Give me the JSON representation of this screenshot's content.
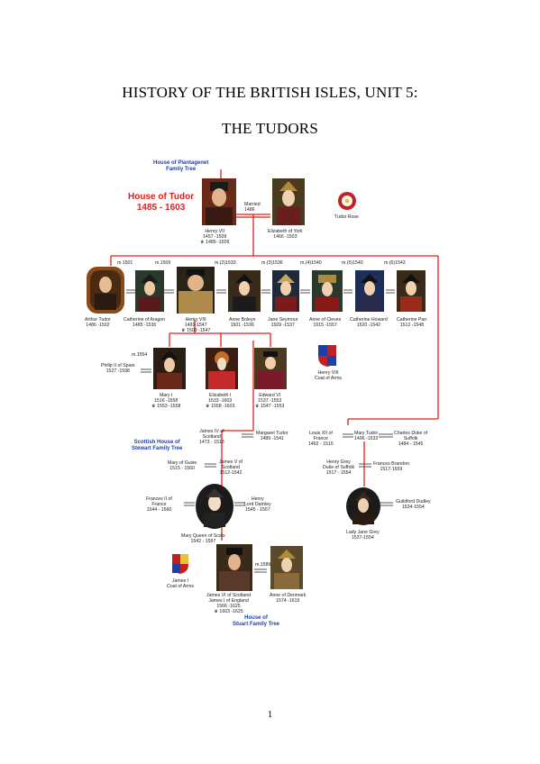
{
  "title_line1": "HISTORY OF THE BRITISH ISLES, UNIT 5:",
  "title_line2": "THE TUDORS",
  "plantagenet_link": [
    "House of Plantagenet",
    "Family Tree"
  ],
  "house_title": [
    "House of Tudor",
    "1485 - 1603"
  ],
  "married_label": [
    "Married",
    "1486"
  ],
  "tudor_rose_label": "Tudor Rose",
  "henry_vii": [
    "Henry VII",
    "1457 -1509",
    "♛ 1485 -1509"
  ],
  "elizabeth_york": [
    "Elizabeth of York",
    "1466 -1503"
  ],
  "marriage_dates": [
    "m.1501",
    "m.1509",
    "m.(2)1533",
    "m.(3)1536",
    "m.(4)1540",
    "m.(5)1540",
    "m.(6)1543"
  ],
  "arthur": [
    "Arthur Tudor",
    "1486 -1502"
  ],
  "catherine_aragon": [
    "Catherine of Aragon",
    "1485 -1536"
  ],
  "henry_viii": [
    "Henry VIII",
    "1491-1547",
    "♛ 1509 -1547"
  ],
  "anne_boleyn": [
    "Anne Boleyn",
    "1501 -1536"
  ],
  "jane_seymour": [
    "Jane Seymour",
    "1509 -1537"
  ],
  "anne_cleves": [
    "Anne of Cleves",
    "1515 -1557"
  ],
  "catherine_howard": [
    "Catherine Howard",
    "1520 -1542"
  ],
  "catherine_parr": [
    "Catherine Parr",
    "1512 -1548"
  ],
  "m1554": "m.1554",
  "philip": [
    "Philip II of Spain",
    "1527 -1598"
  ],
  "mary_i": [
    "Mary I",
    "1516 -1558",
    "♛ 1553 -1558"
  ],
  "elizabeth_i": [
    "Elizabeth I",
    "1533 -1603",
    "♛ 1558 -1603"
  ],
  "edward_vi": [
    "Edward VI",
    "1537 -1553",
    "♛ 1547 -1553"
  ],
  "henry_arms": [
    "Henry VIII",
    "Coat of Arms"
  ],
  "scottish_link": [
    "Scottish House of",
    "Stewart Family Tree"
  ],
  "james_iv": [
    "James IV of",
    "Scotland",
    "1473 - 1513"
  ],
  "margaret_tudor": [
    "Margaret Tudor",
    "1489 -1541"
  ],
  "louis_xii": [
    "Louis XII of",
    "France",
    "1462 - 1515"
  ],
  "mary_tudor": [
    "Mary Tudor",
    "1496 -1533"
  ],
  "charles_suffolk": [
    "Charles Duke of",
    "Suffolk",
    "1484 - 1545"
  ],
  "mary_guise": [
    "Mary of Guise",
    "1515 - 1560"
  ],
  "james_v": [
    "James V of",
    "Scotland",
    "1512-1542"
  ],
  "henry_grey": [
    "Henry Grey",
    "Duke of Suffolk",
    "1517 - 1554"
  ],
  "frances_brandon": [
    "Frances Brandon",
    "1517-1559"
  ],
  "francis_ii": [
    "Frances II of",
    "France",
    "1544 - 1560"
  ],
  "darnley": [
    "Henry",
    "Lord Darnley",
    "1545 - 1567"
  ],
  "guildford": [
    "Guildford Dudley",
    "1534-1554"
  ],
  "mary_scots": [
    "Mary Queen of Scots",
    "1542 - 1587"
  ],
  "lady_jane": [
    "Lady Jane Grey",
    "1537-1554"
  ],
  "m1589": "m.1589",
  "james_arms": [
    "James I",
    "Coat of Arms"
  ],
  "james_vi": [
    "James VI of Scotland",
    "James I of England",
    "1566 -1625",
    "♛ 1603 -1625"
  ],
  "anne_denmark": [
    "Anne of Denmark",
    "1574 -1619"
  ],
  "stuart_link": [
    "House of",
    "Stuart Family Tree"
  ],
  "page_number": "1",
  "colors": {
    "line_red": "#e0201b",
    "link_blue": "#1f3fa6",
    "title_red": "#e0201b"
  }
}
